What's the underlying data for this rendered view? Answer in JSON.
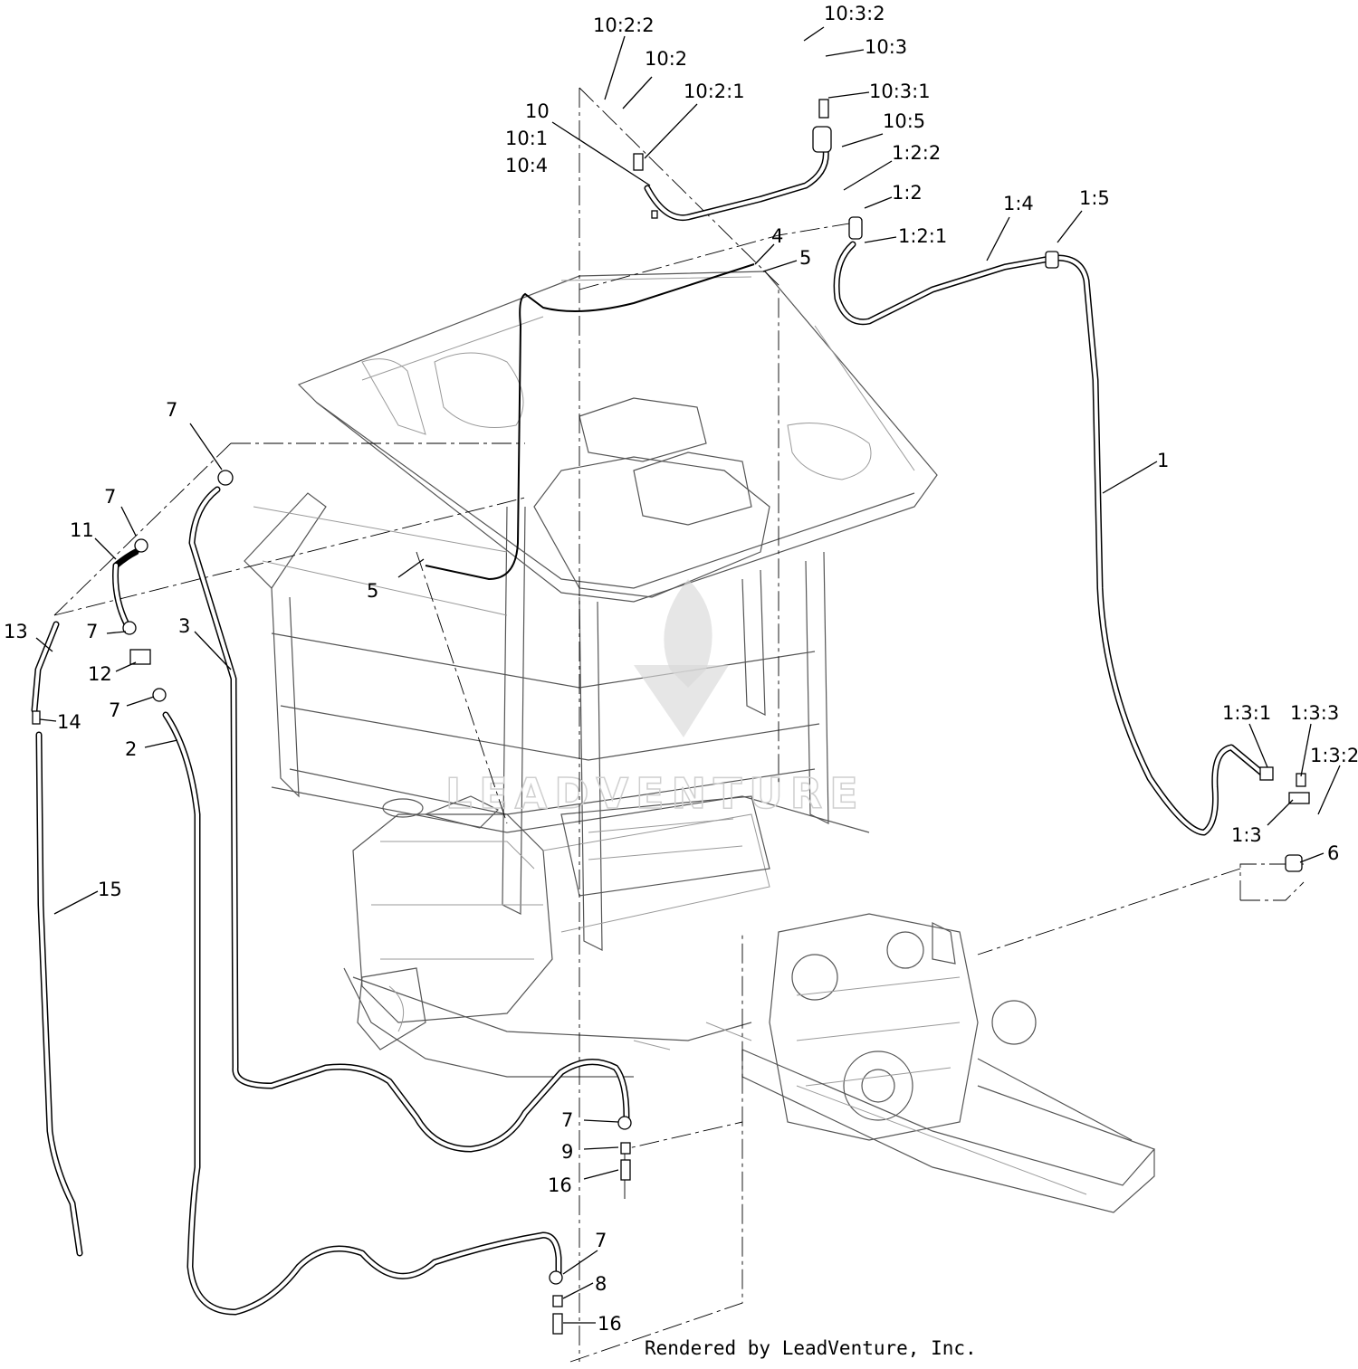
{
  "watermark": {
    "text": "LEADVENTURE"
  },
  "footer": {
    "text": "Rendered by LeadVenture, Inc."
  },
  "labels": {
    "l_10_2_2": "10:2:2",
    "l_10_2": "10:2",
    "l_10_2_1": "10:2:1",
    "l_10": "10",
    "l_10_1": "10:1",
    "l_10_4": "10:4",
    "l_10_3_2": "10:3:2",
    "l_10_3": "10:3",
    "l_10_3_1": "10:3:1",
    "l_10_5": "10:5",
    "l_1_2_2": "1:2:2",
    "l_1_2": "1:2",
    "l_1_2_1": "1:2:1",
    "l_1_4": "1:4",
    "l_1_5": "1:5",
    "l_4": "4",
    "l_5a": "5",
    "l_5b": "5",
    "l_1": "1",
    "l_7a": "7",
    "l_7b": "7",
    "l_11": "11",
    "l_13": "13",
    "l_7c": "7",
    "l_12": "12",
    "l_7d": "7",
    "l_3": "3",
    "l_14": "14",
    "l_2": "2",
    "l_15": "15",
    "l_1_3_1": "1:3:1",
    "l_1_3_3": "1:3:3",
    "l_1_3_2": "1:3:2",
    "l_1_3": "1:3",
    "l_6": "6",
    "l_7e": "7",
    "l_9": "9",
    "l_16a": "16",
    "l_7f": "7",
    "l_8": "8",
    "l_16b": "16"
  }
}
